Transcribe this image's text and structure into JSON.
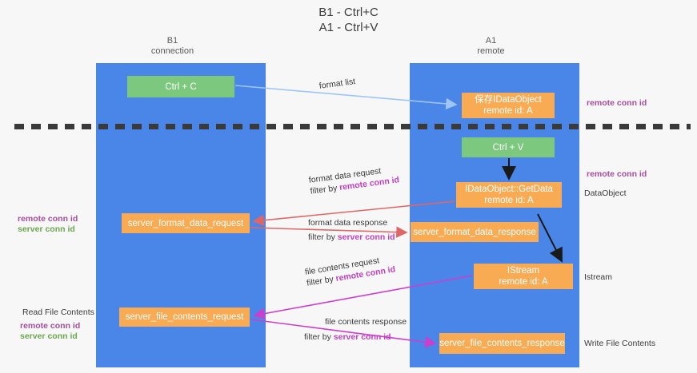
{
  "title": {
    "line1": "B1 - Ctrl+C",
    "line2": "A1 - Ctrl+V"
  },
  "columns": [
    {
      "name": "B1",
      "sub": "connection"
    },
    {
      "name": "A1",
      "sub": "remote"
    }
  ],
  "nodes": {
    "ctrl_c": "Ctrl + C",
    "save_dataobject_l1": "保存IDataObject",
    "save_dataobject_l2": "remote id: A",
    "ctrl_v": "Ctrl + V",
    "getdata_l1": "IDataObject::GetData",
    "getdata_l2": "remote id: A",
    "server_format_data_request": "server_format_data_request",
    "server_format_data_response": "server_format_data_response",
    "istream_l1": "IStream",
    "istream_l2": "remote id: A",
    "server_file_contents_request": "server_file_contents_request",
    "server_file_contents_response": "server_file_contents_response"
  },
  "edges": {
    "format_list": "format list",
    "format_data_request": "format data request",
    "format_data_request_filter_prefix": "filter by ",
    "format_data_request_filter_key": "remote conn id",
    "format_data_response": "format data response",
    "format_data_response_filter_prefix": "filter by ",
    "format_data_response_filter_key": "server conn id",
    "file_contents_request": "file contents request",
    "file_contents_request_filter_prefix": "filter by ",
    "file_contents_request_filter_key": "remote conn id",
    "file_contents_response": "file contents response",
    "file_contents_response_filter_prefix": "filter by ",
    "file_contents_response_filter_key": "server conn id"
  },
  "notes": {
    "remote_conn_id_top": "remote conn id",
    "remote_conn_id_mid": "remote conn id",
    "dataobject": "DataObject",
    "istream": "Istream",
    "write_file_contents": "Write File Contents",
    "read_file_contents": "Read File Contents",
    "remote_conn_id_left_mid": "remote conn id",
    "server_conn_id_left_mid": "server conn id",
    "remote_conn_id_left_bot": "remote conn id",
    "server_conn_id_left_bot": "server conn id"
  },
  "colors": {
    "lane": "#4a86e8",
    "green_node": "#7dc87f",
    "orange_node": "#f9ab54",
    "purple_text": "#a64d9e",
    "magenta_text": "#c13fc1",
    "green_text": "#6aa84f",
    "arrow_blue": "#9fc5f8",
    "arrow_red": "#e06666",
    "arrow_magenta": "#cc3fcc",
    "arrow_black": "#1a1a1a",
    "background": "#f7f7f7"
  }
}
